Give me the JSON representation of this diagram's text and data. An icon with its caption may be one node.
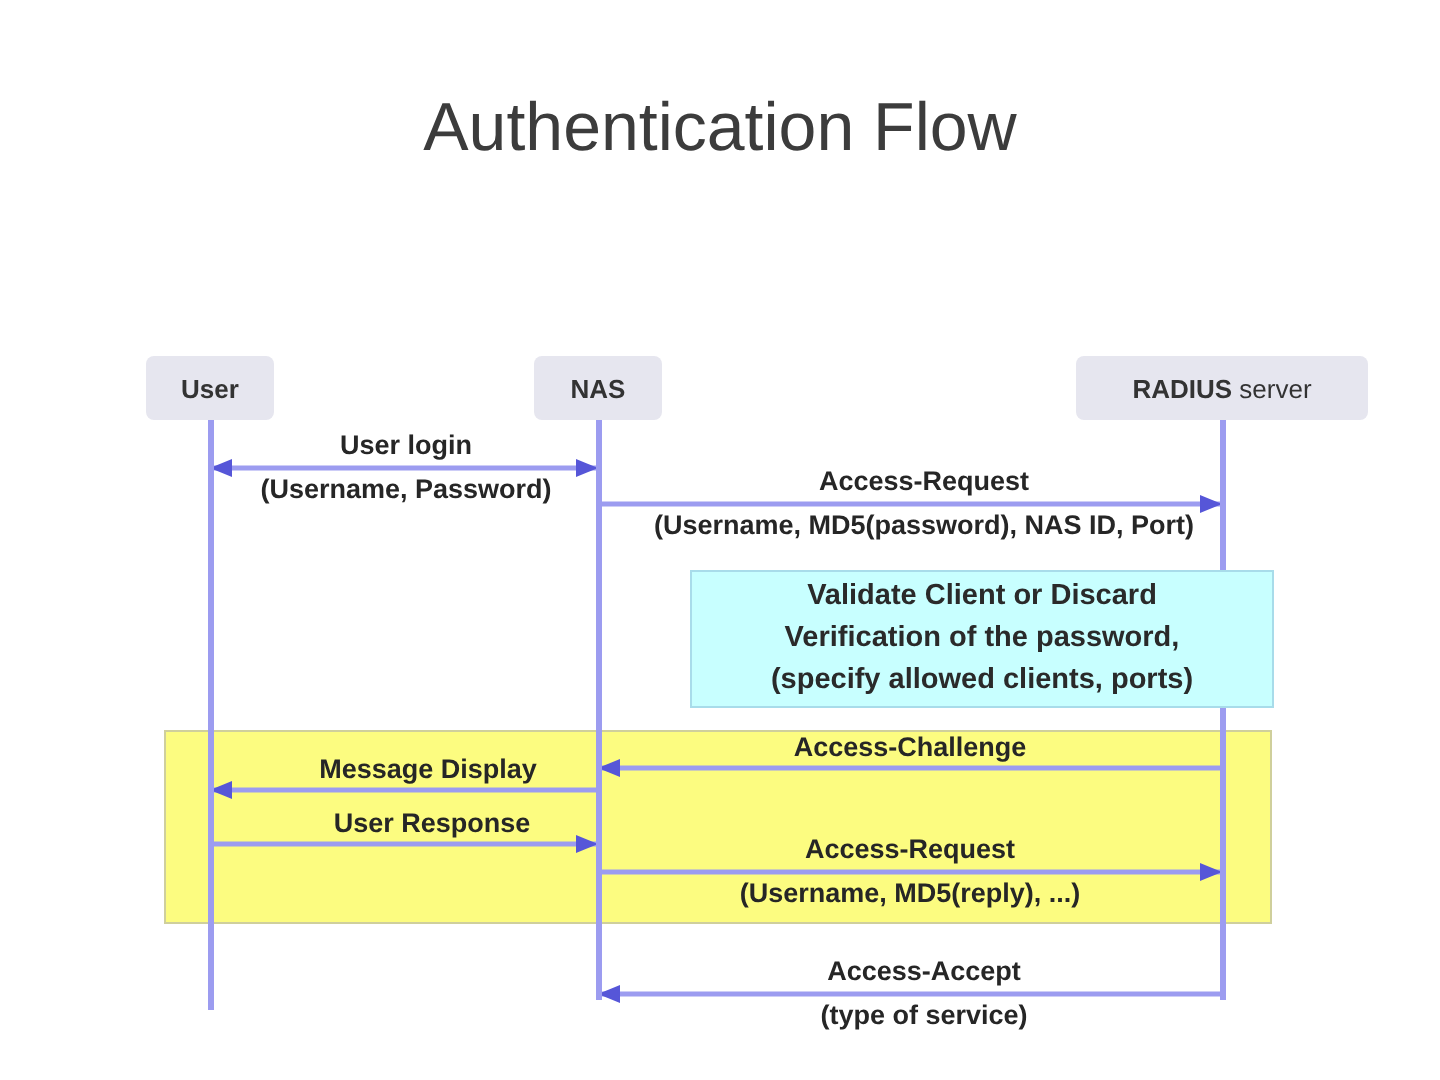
{
  "diagram": {
    "title": "Authentication Flow",
    "nodes": [
      {
        "text": [
          "User"
        ]
      },
      {
        "text": [
          "NAS"
        ]
      },
      {
        "text": [
          "**RADIUS** server"
        ]
      },
      {
        "text": [
          "Validate Client or Discard",
          "Verification of the password, (specify allowed clients, ports)"
        ]
      }
    ],
    "edges": [
      {
        "from": 0,
        "to": 1,
        "arrow": "both",
        "label": "User login (Username, Password)"
      },
      {
        "from": 1,
        "to": 2,
        "arrow": "to",
        "label": "Access-Request (Username, MD5(password), NAS ID, Port)"
      },
      {
        "from": 2,
        "to": 1,
        "arrow": "to",
        "label": "Access-Challenge"
      },
      {
        "from": 1,
        "to": 0,
        "arrow": "to",
        "label": "Message Display"
      },
      {
        "from": 0,
        "to": 1,
        "arrow": "to",
        "label": "User Response"
      },
      {
        "from": 1,
        "to": 2,
        "arrow": "to",
        "label": "Access-Request (Username, MD5(reply), ...)"
      },
      {
        "from": 2,
        "to": 1,
        "arrow": "to",
        "label": "Access-Accept (type of service)"
      }
    ]
  }
}
